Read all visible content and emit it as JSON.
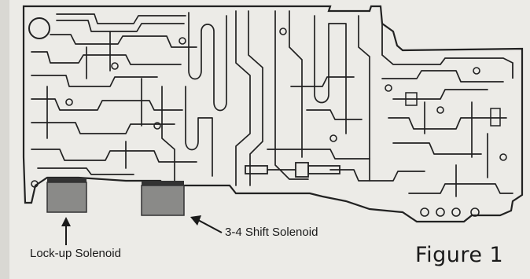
{
  "labels": {
    "lockup_solenoid": "Lock-up Solenoid",
    "shift_solenoid": "3-4 Shift Solenoid",
    "figure_caption": "Figure 1"
  },
  "colors": {
    "paper": "#ecebe7",
    "ink": "#222222",
    "solenoid_fill": "#8a8a88",
    "solenoid_top": "#333333"
  }
}
